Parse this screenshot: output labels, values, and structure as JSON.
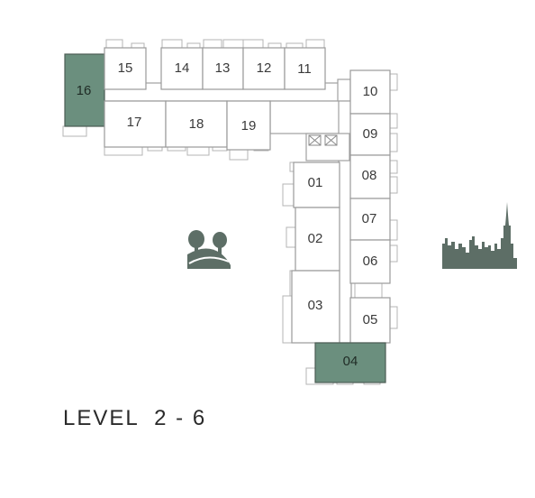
{
  "floor_label": "LEVEL  2 - 6",
  "units": [
    {
      "id": "01",
      "highlighted": false
    },
    {
      "id": "02",
      "highlighted": false
    },
    {
      "id": "03",
      "highlighted": false
    },
    {
      "id": "04",
      "highlighted": true
    },
    {
      "id": "05",
      "highlighted": false
    },
    {
      "id": "06",
      "highlighted": false
    },
    {
      "id": "07",
      "highlighted": false
    },
    {
      "id": "08",
      "highlighted": false
    },
    {
      "id": "09",
      "highlighted": false
    },
    {
      "id": "10",
      "highlighted": false
    },
    {
      "id": "11",
      "highlighted": false
    },
    {
      "id": "12",
      "highlighted": false
    },
    {
      "id": "13",
      "highlighted": false
    },
    {
      "id": "14",
      "highlighted": false
    },
    {
      "id": "15",
      "highlighted": false
    },
    {
      "id": "16",
      "highlighted": true
    },
    {
      "id": "17",
      "highlighted": false
    },
    {
      "id": "18",
      "highlighted": false
    },
    {
      "id": "19",
      "highlighted": false
    }
  ],
  "icons": {
    "park": "park-trees-icon",
    "skyline": "city-skyline-icon",
    "lift": "lift-core-icon"
  },
  "colors": {
    "highlight": "#6b8f7e",
    "icon": "#5d6e66",
    "outline": "#9a9a9a"
  }
}
